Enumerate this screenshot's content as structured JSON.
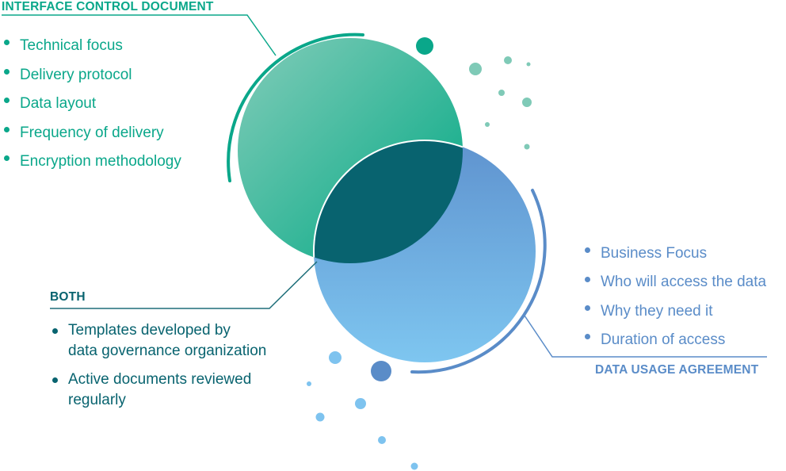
{
  "interface_control_document": {
    "heading": "INTERFACE CONTROL DOCUMENT",
    "items": [
      "Technical focus",
      "Delivery protocol",
      "Data layout",
      "Frequency of delivery",
      "Encryption methodology"
    ]
  },
  "data_usage_agreement": {
    "heading": "DATA USAGE AGREEMENT",
    "items": [
      "Business Focus",
      "Who will access the data",
      "Why they need it",
      "Duration of access"
    ]
  },
  "both": {
    "heading": "BOTH",
    "items": [
      {
        "line1": "Templates developed by",
        "line2": "data governance organization"
      },
      {
        "line1": "Active documents reviewed",
        "line2": "regularly"
      }
    ]
  },
  "colors": {
    "green": "#0aa78a",
    "green_light": "#7fcab7",
    "blue": "#5a8cc8",
    "blue_light": "#7ec3ef",
    "overlap": "#08636f",
    "connector": "#1f6f7a"
  }
}
